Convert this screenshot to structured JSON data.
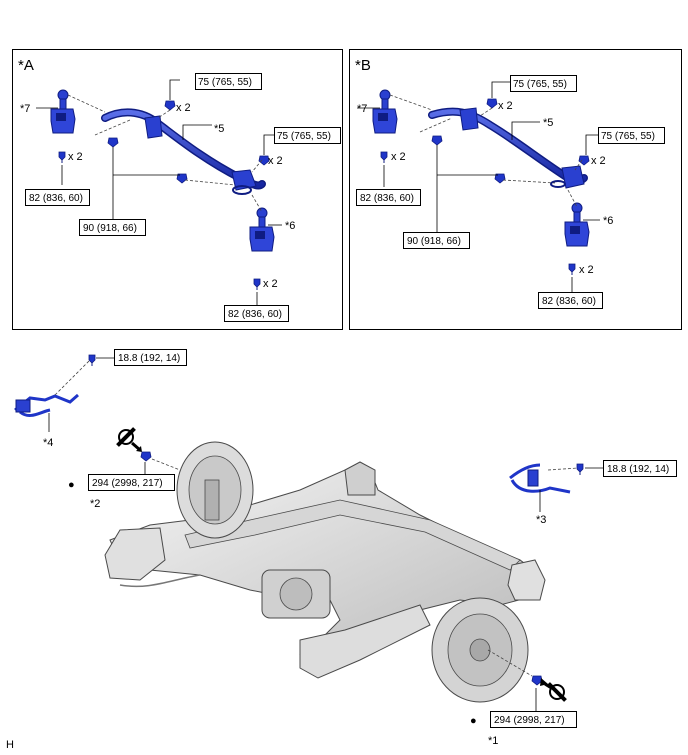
{
  "panels": {
    "a": {
      "title": "*A"
    },
    "b": {
      "title": "*B"
    }
  },
  "torque": {
    "nut_stab_bracket": "75 (765, 55)",
    "nut_link": "82 (836, 60)",
    "bolt_stab_bar": "90 (918, 66)",
    "bolt_sensor": "18.8 (192, 14)",
    "axle_nut": "294 (2998, 217)"
  },
  "qty": {
    "x2": "x 2"
  },
  "callouts": {
    "c1": "*1",
    "c2": "*2",
    "c3": "*3",
    "c4": "*4",
    "c5": "*5",
    "c6": "*6",
    "c7": "*7"
  },
  "legend": {
    "bullet": "●"
  },
  "figure_code": "H",
  "colors": {
    "part_blue": "#1f35c8",
    "part_dark": "#0f1c82",
    "chassis_light": "#e3e3e3",
    "chassis_mid": "#bdbdbd",
    "outline": "#4a4a4a"
  }
}
